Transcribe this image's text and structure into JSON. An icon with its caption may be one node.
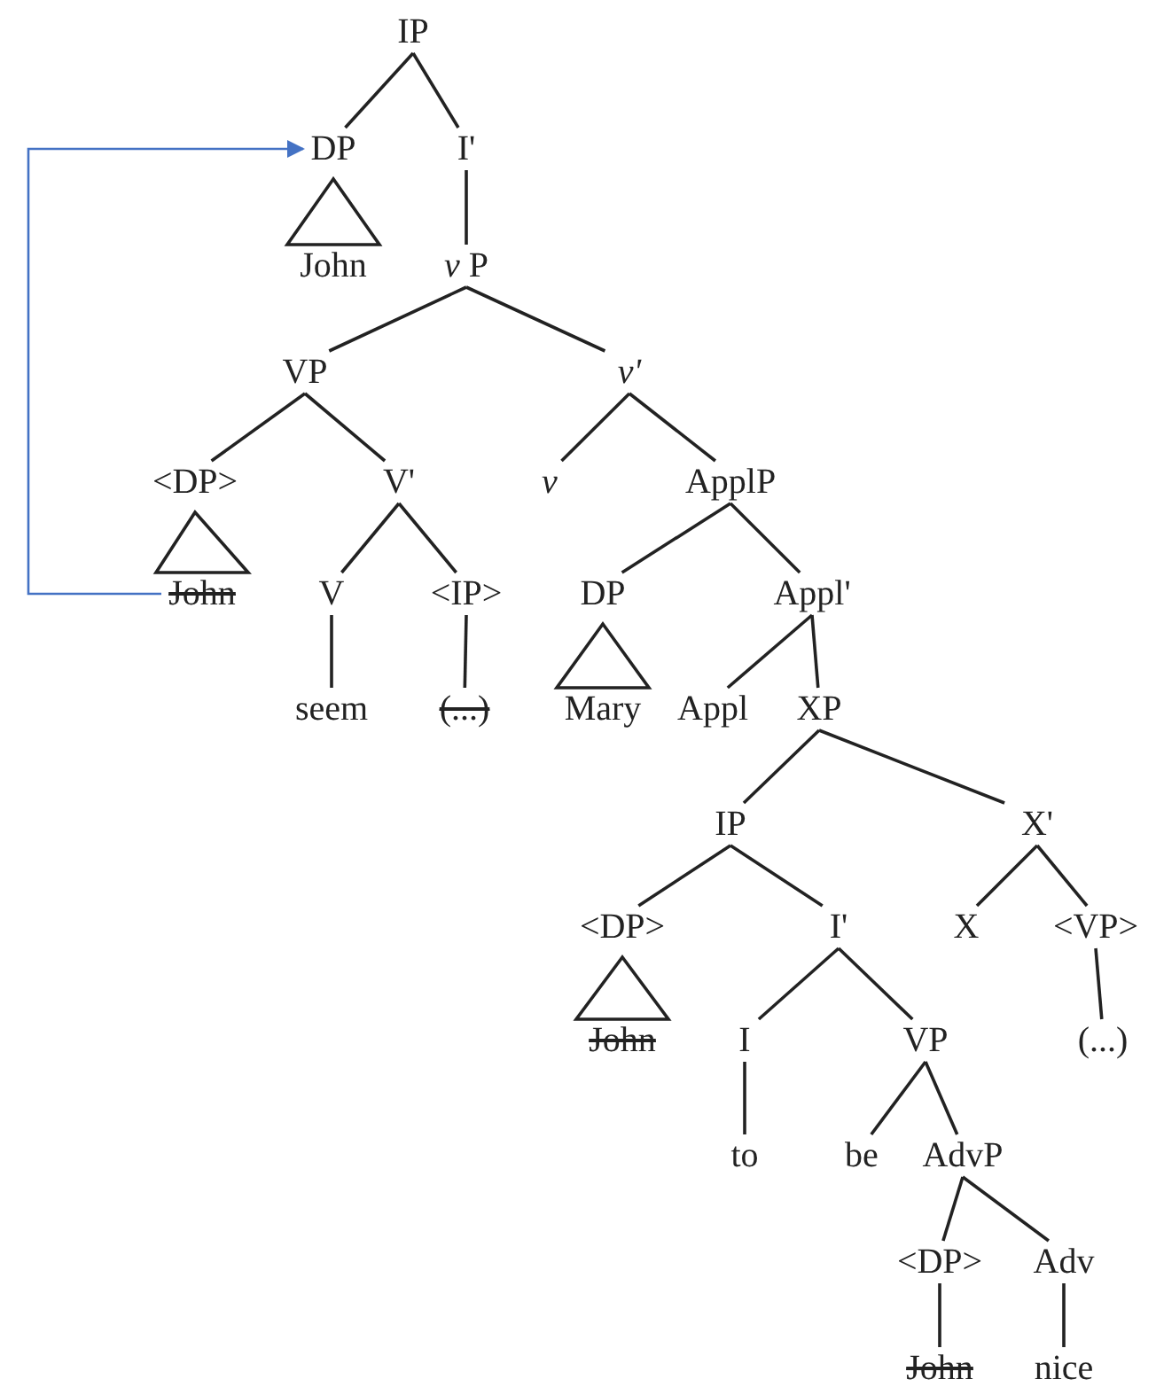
{
  "diagram": {
    "nodes": [
      {
        "text": [
          "IP"
        ]
      },
      {
        "text": [
          "DP"
        ]
      },
      {
        "text": [
          "I'"
        ]
      },
      {
        "text": [
          "John"
        ]
      },
      {
        "text": [
          "*ν* P"
        ]
      },
      {
        "text": [
          "VP"
        ]
      },
      {
        "text": [
          "ν'"
        ]
      },
      {
        "text": [
          "<DP>"
        ]
      },
      {
        "text": [
          "V'"
        ]
      },
      {
        "text": [
          "ν"
        ]
      },
      {
        "text": [
          "ApplP"
        ]
      },
      {
        "text": [
          "John"
        ]
      },
      {
        "text": [
          "V"
        ]
      },
      {
        "text": [
          "<IP>"
        ]
      },
      {
        "text": [
          "DP"
        ]
      },
      {
        "text": [
          "Appl'"
        ]
      },
      {
        "text": [
          "seem"
        ]
      },
      {
        "text": [
          "(...)"
        ]
      },
      {
        "text": [
          "Mary"
        ]
      },
      {
        "text": [
          "Appl"
        ]
      },
      {
        "text": [
          "XP"
        ]
      },
      {
        "text": [
          "IP"
        ]
      },
      {
        "text": [
          "X'"
        ]
      },
      {
        "text": [
          "<DP>"
        ]
      },
      {
        "text": [
          "I'"
        ]
      },
      {
        "text": [
          "X"
        ]
      },
      {
        "text": [
          "<VP>"
        ]
      },
      {
        "text": [
          "John"
        ]
      },
      {
        "text": [
          "I"
        ]
      },
      {
        "text": [
          "VP"
        ]
      },
      {
        "text": [
          "(...)"
        ]
      },
      {
        "text": [
          "to"
        ]
      },
      {
        "text": [
          "be"
        ]
      },
      {
        "text": [
          "AdvP"
        ]
      },
      {
        "text": [
          "<DP>"
        ]
      },
      {
        "text": [
          "Adv"
        ]
      },
      {
        "text": [
          "John"
        ]
      },
      {
        "text": [
          "nice"
        ]
      }
    ],
    "edges": [
      {
        "from": 0,
        "to": 1,
        "arrow": "none"
      },
      {
        "from": 0,
        "to": 2,
        "arrow": "none"
      },
      {
        "from": 11,
        "to": 1,
        "arrow": "to",
        "color": "#4472c4"
      },
      {
        "from": 1,
        "to": 3,
        "arrow": "none"
      },
      {
        "from": 2,
        "to": 4,
        "arrow": "none"
      },
      {
        "from": 4,
        "to": 5,
        "arrow": "none"
      },
      {
        "from": 4,
        "to": 6,
        "arrow": "none"
      },
      {
        "from": 5,
        "to": 7,
        "arrow": "none"
      },
      {
        "from": 5,
        "to": 8,
        "arrow": "none"
      },
      {
        "from": 6,
        "to": 9,
        "arrow": "none"
      },
      {
        "from": 6,
        "to": 10,
        "arrow": "none"
      },
      {
        "from": 7,
        "to": 11,
        "arrow": "none"
      },
      {
        "from": 8,
        "to": 12,
        "arrow": "none"
      },
      {
        "from": 8,
        "to": 13,
        "arrow": "none"
      },
      {
        "from": 10,
        "to": 14,
        "arrow": "none"
      },
      {
        "from": 10,
        "to": 15,
        "arrow": "none"
      },
      {
        "from": 12,
        "to": 16,
        "arrow": "none"
      },
      {
        "from": 13,
        "to": 17,
        "arrow": "none"
      },
      {
        "from": 14,
        "to": 18,
        "arrow": "none"
      },
      {
        "from": 15,
        "to": 19,
        "arrow": "none"
      },
      {
        "from": 15,
        "to": 20,
        "arrow": "none"
      },
      {
        "from": 20,
        "to": 21,
        "arrow": "none"
      },
      {
        "from": 20,
        "to": 22,
        "arrow": "none"
      },
      {
        "from": 21,
        "to": 23,
        "arrow": "none"
      },
      {
        "from": 21,
        "to": 24,
        "arrow": "none"
      },
      {
        "from": 22,
        "to": 25,
        "arrow": "none"
      },
      {
        "from": 22,
        "to": 26,
        "arrow": "none"
      },
      {
        "from": 23,
        "to": 27,
        "arrow": "none"
      },
      {
        "from": 24,
        "to": 28,
        "arrow": "none"
      },
      {
        "from": 24,
        "to": 29,
        "arrow": "none"
      },
      {
        "from": 26,
        "to": 30,
        "arrow": "none"
      },
      {
        "from": 28,
        "to": 31,
        "arrow": "none"
      },
      {
        "from": 29,
        "to": 32,
        "arrow": "none"
      },
      {
        "from": 29,
        "to": 33,
        "arrow": "none"
      },
      {
        "from": 33,
        "to": 34,
        "arrow": "none"
      },
      {
        "from": 33,
        "to": 35,
        "arrow": "none"
      },
      {
        "from": 34,
        "to": 36,
        "arrow": "none"
      },
      {
        "from": 35,
        "to": 37,
        "arrow": "none"
      }
    ]
  }
}
